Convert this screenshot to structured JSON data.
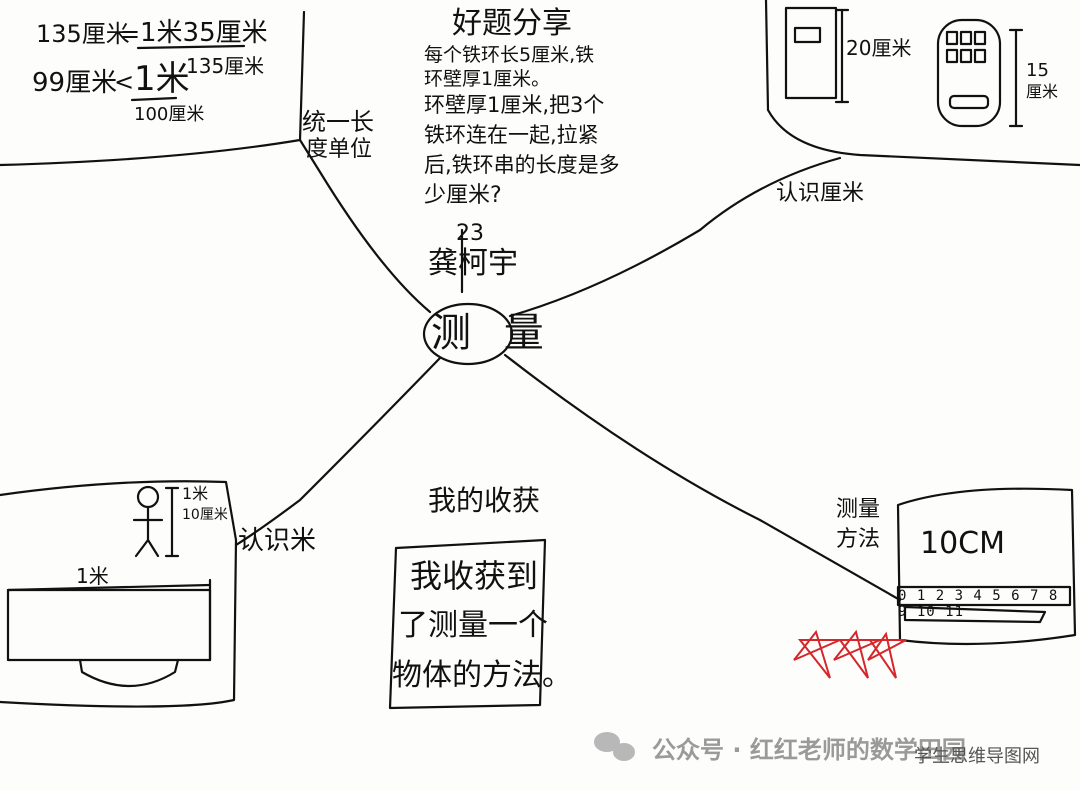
{
  "center": {
    "label": "测 量"
  },
  "author": {
    "number": "23",
    "name": "龚柯宇"
  },
  "top_left": {
    "eq1_left": "135厘米",
    "eq1_op": "=",
    "eq1_right": "1米35厘米",
    "eq1_note": "135厘米",
    "eq2_left": "99厘米",
    "eq2_op": "<",
    "eq2_right": "1米",
    "eq2_note": "100厘米",
    "branch_label_1": "统一长",
    "branch_label_2": "度单位"
  },
  "top_center": {
    "title": "好题分享",
    "lines": [
      "每个铁环长5厘米,铁",
      "环壁厚1厘米。",
      "环壁厚1厘米,把3个",
      "铁环连在一起,拉紧",
      "后,铁环串的长度是多",
      "少厘米?"
    ]
  },
  "top_right": {
    "door_label": "20厘米",
    "phone_label_1": "15",
    "phone_label_2": "厘米",
    "branch_label": "认识厘米"
  },
  "bottom_left": {
    "person_label_1": "1米",
    "person_label_2": "10厘米",
    "bar_label": "1米",
    "branch_label": "认识米"
  },
  "bottom_center": {
    "title": "我的收获",
    "lines": [
      "我收获到",
      "了测量一个",
      "物体的方法。"
    ]
  },
  "bottom_right": {
    "branch_label_1": "测量",
    "branch_label_2": "方法",
    "measure_text": "10CM",
    "ruler_digits": "0 1 2 3 4 5 6 7 8 9 10 11"
  },
  "watermark": {
    "main": "公众号 · 红红老师的数学田园",
    "overlay": "学生思维导图网"
  },
  "colors": {
    "ink": "#111111",
    "stars": "#d4262b",
    "watermark": "#9a9a9a",
    "wechat_icon": "#b8b8b8"
  },
  "icons": {
    "stars": "three-star-rating-icon",
    "wechat": "wechat-icon"
  }
}
